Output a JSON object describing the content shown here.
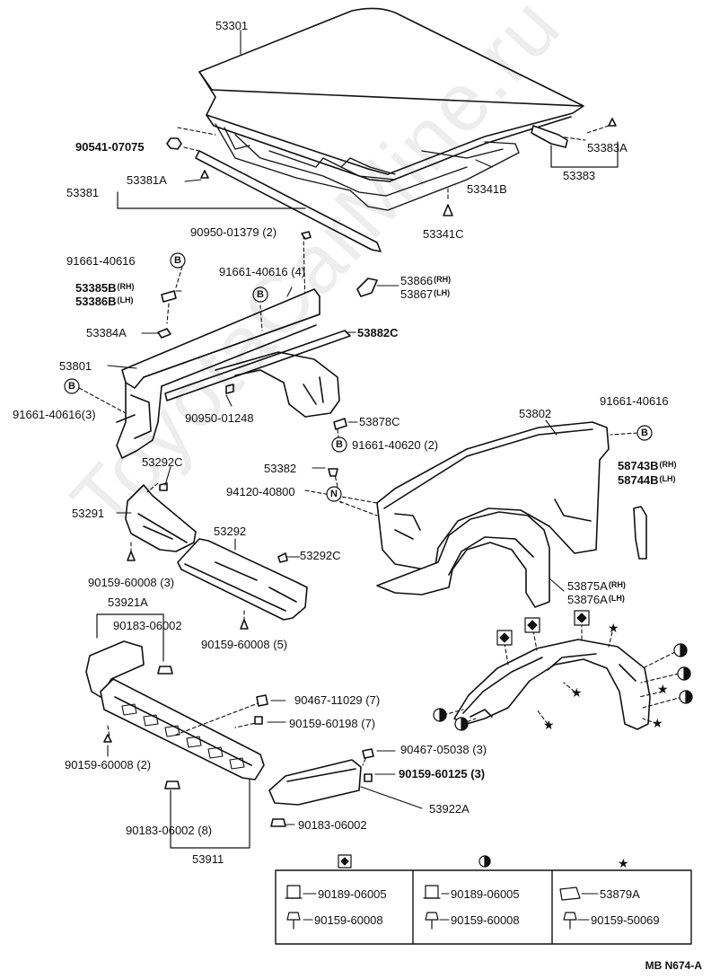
{
  "watermark": "ToyotaCarMine.ru",
  "labels": {
    "l53301": "53301",
    "l90541": "90541-07075",
    "l53383A": "53383A",
    "l53383": "53383",
    "l53381A": "53381A",
    "l53381": "53381",
    "l53341B": "53341B",
    "l53341C": "53341C",
    "l90950_01379": "90950-01379 (2)",
    "l91661_top": "91661-40616",
    "l91661_4": "91661-40616 (4)",
    "l53385B": "53385B",
    "l53386B": "53386B",
    "l53866": "53866",
    "l53867": "53867",
    "l53384A": "53384A",
    "l53882C": "53882C",
    "l53801": "53801",
    "l91661_3": "91661-40616(3)",
    "l90950_01248": "90950-01248",
    "l53878C": "53878C",
    "l91661_40620": "91661-40620 (2)",
    "l53802": "53802",
    "l91661_right": "91661-40616",
    "l53292C_top": "53292C",
    "l53382": "53382",
    "l94120": "94120-40800",
    "l58743B": "58743B",
    "l58744B": "58744B",
    "l53291": "53291",
    "l53292": "53292",
    "l53292C_mid": "53292C",
    "l90159_3": "90159-60008 (3)",
    "l53875A": "53875A",
    "l53876A": "53876A",
    "l53921A": "53921A",
    "l90183_top": "90183-06002",
    "l90159_5": "90159-60008 (5)",
    "l90467_7": "90467-11029 (7)",
    "l90159_60198": "90159-60198 (7)",
    "l90159_2": "90159-60008 (2)",
    "l90467_3": "90467-05038 (3)",
    "l90159_60125": "90159-60125 (3)",
    "l53922A": "53922A",
    "l90183_mid": "90183-06002",
    "l90183_8": "90183-06002 (8)",
    "l53911": "53911"
  },
  "suffixes": {
    "rh": "(RH)",
    "lh": "(LH)"
  },
  "legend": {
    "col1": [
      "90189-06005",
      "90159-60008"
    ],
    "col2": [
      "90189-06005",
      "90159-60008"
    ],
    "col3": [
      "53879A",
      "90159-50069"
    ],
    "sym_b": "B",
    "sym_n": "N"
  },
  "drawing_code": "MB  N674-A"
}
